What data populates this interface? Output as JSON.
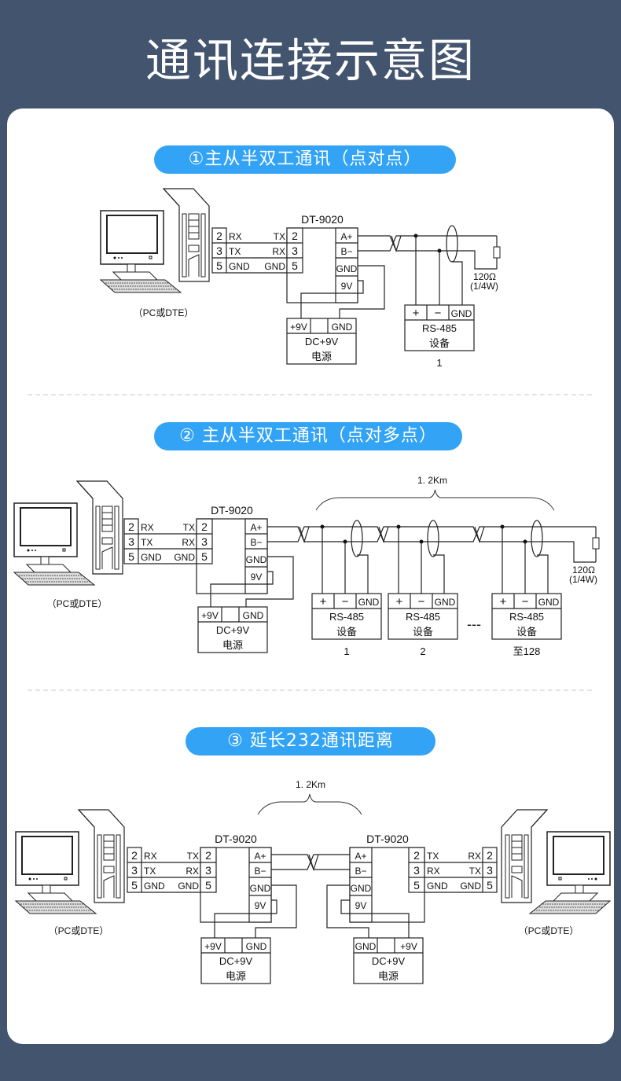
{
  "page": {
    "title": "通讯连接示意图",
    "colors": {
      "background": "#43546e",
      "card": "#ffffff",
      "accent": "#33a3f5"
    }
  },
  "sections": [
    {
      "heading": "①主从半双工通讯（点对点）",
      "pc_label": "（PC或DTE）",
      "converter": {
        "model": "DT-9020",
        "rs232_pins": [
          "2",
          "3",
          "5"
        ],
        "rs485_terminals": [
          "A+",
          "B−",
          "GND",
          "9V"
        ]
      },
      "pc_side": {
        "pins": [
          "2",
          "3",
          "5"
        ],
        "signals": [
          "RX",
          "TX",
          "GND"
        ]
      },
      "converter_side_signals": [
        "TX",
        "RX",
        "GND"
      ],
      "power": {
        "terminals": [
          "+9V",
          "GND"
        ],
        "line1": "DC+9V",
        "line2": "电源"
      },
      "devices": [
        {
          "terminals": [
            "+",
            "−",
            "GND"
          ],
          "name": "RS-485",
          "type": "设备",
          "index": "1"
        }
      ],
      "terminator": {
        "value": "120Ω",
        "rating": "(1/4W)"
      }
    },
    {
      "heading": "② 主从半双工通讯（点对多点）",
      "pc_label": "（PC或DTE）",
      "converter": {
        "model": "DT-9020",
        "rs232_pins": [
          "2",
          "3",
          "5"
        ],
        "rs485_terminals": [
          "A+",
          "B−",
          "GND",
          "9V"
        ]
      },
      "pc_side": {
        "pins": [
          "2",
          "3",
          "5"
        ],
        "signals": [
          "RX",
          "TX",
          "GND"
        ]
      },
      "converter_side_signals": [
        "TX",
        "RX",
        "GND"
      ],
      "power": {
        "terminals": [
          "+9V",
          "GND"
        ],
        "line1": "DC+9V",
        "line2": "电源"
      },
      "distance": "1. 2Km",
      "ellipsis": "---",
      "devices": [
        {
          "terminals": [
            "+",
            "−",
            "GND"
          ],
          "name": "RS-485",
          "type": "设备",
          "index": "1"
        },
        {
          "terminals": [
            "+",
            "−",
            "GND"
          ],
          "name": "RS-485",
          "type": "设备",
          "index": "2"
        },
        {
          "terminals": [
            "+",
            "−",
            "GND"
          ],
          "name": "RS-485",
          "type": "设备",
          "index": "至128"
        }
      ],
      "terminator": {
        "value": "120Ω",
        "rating": "(1/4W)"
      }
    },
    {
      "heading": "③  延长232通讯距离",
      "distance": "1. 2Km",
      "left": {
        "pc_label": "（PC或DTE）",
        "pc_side": {
          "pins": [
            "2",
            "3",
            "5"
          ],
          "signals": [
            "RX",
            "TX",
            "GND"
          ]
        },
        "converter_side_signals": [
          "TX",
          "RX",
          "GND"
        ],
        "converter": {
          "model": "DT-9020",
          "rs232_pins": [
            "2",
            "3",
            "5"
          ],
          "rs485_terminals": [
            "A+",
            "B−",
            "GND",
            "9V"
          ]
        },
        "power": {
          "terminals": [
            "+9V",
            "GND"
          ],
          "line1": "DC+9V",
          "line2": "电源"
        }
      },
      "right": {
        "pc_label": "（PC或DTE）",
        "pc_side": {
          "pins": [
            "2",
            "3",
            "5"
          ],
          "signals": [
            "RX",
            "TX",
            "GND"
          ]
        },
        "converter_side_signals": [
          "TX",
          "RX",
          "GND"
        ],
        "converter": {
          "model": "DT-9020",
          "rs232_pins": [
            "2",
            "3",
            "5"
          ],
          "rs485_terminals": [
            "A+",
            "B−",
            "GND",
            "9V"
          ]
        },
        "power": {
          "terminals": [
            "GND",
            "+9V"
          ],
          "line1": "DC+9V",
          "line2": "电源"
        }
      }
    }
  ]
}
